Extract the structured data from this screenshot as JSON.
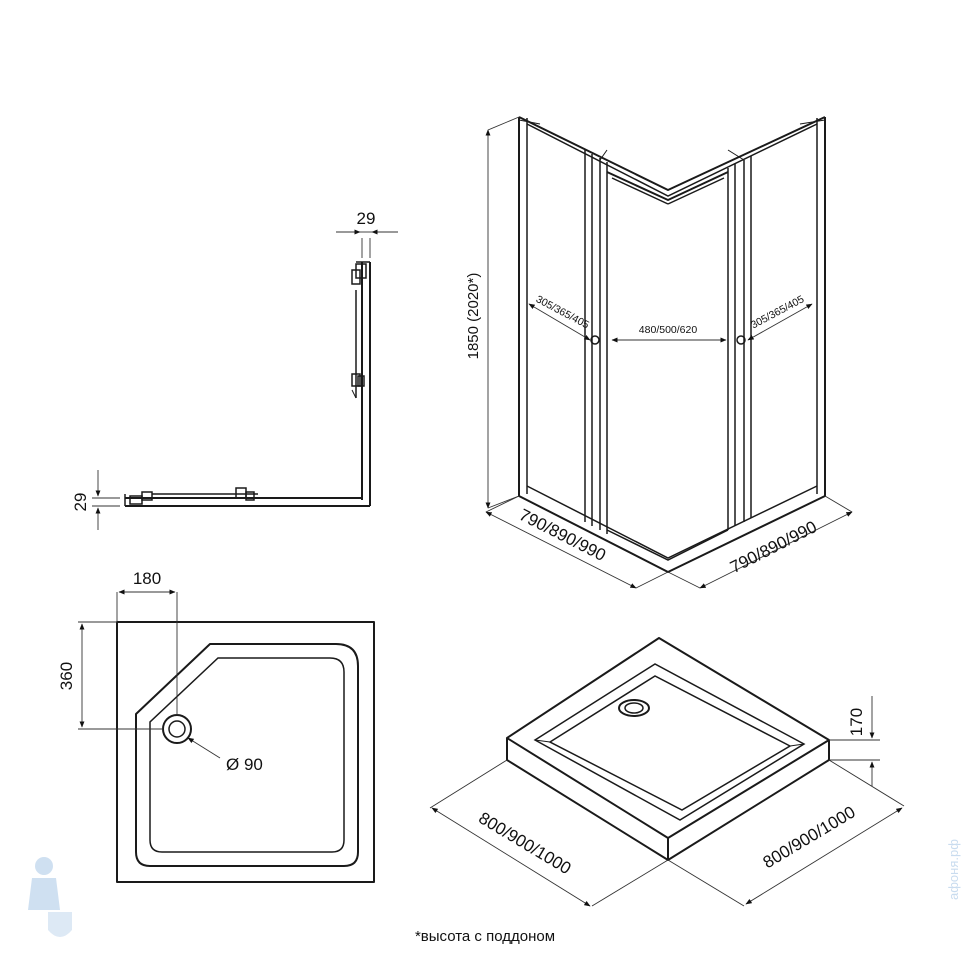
{
  "dimensions": {
    "profile_top": "29",
    "profile_side": "29",
    "height": "1850  (2020*)",
    "door_left": "305/365/405",
    "door_center": "480/500/620",
    "door_right": "305/365/405",
    "width_left": "790/890/990",
    "width_right": "790/890/990",
    "drain_offset_x": "180",
    "drain_offset_y": "360",
    "drain_diameter": "Ø 90",
    "tray_height": "170",
    "tray_width_left": "800/900/1000",
    "tray_width_right": "800/900/1000"
  },
  "footnote": "*высота с поддоном",
  "watermark": "афоня.рф"
}
